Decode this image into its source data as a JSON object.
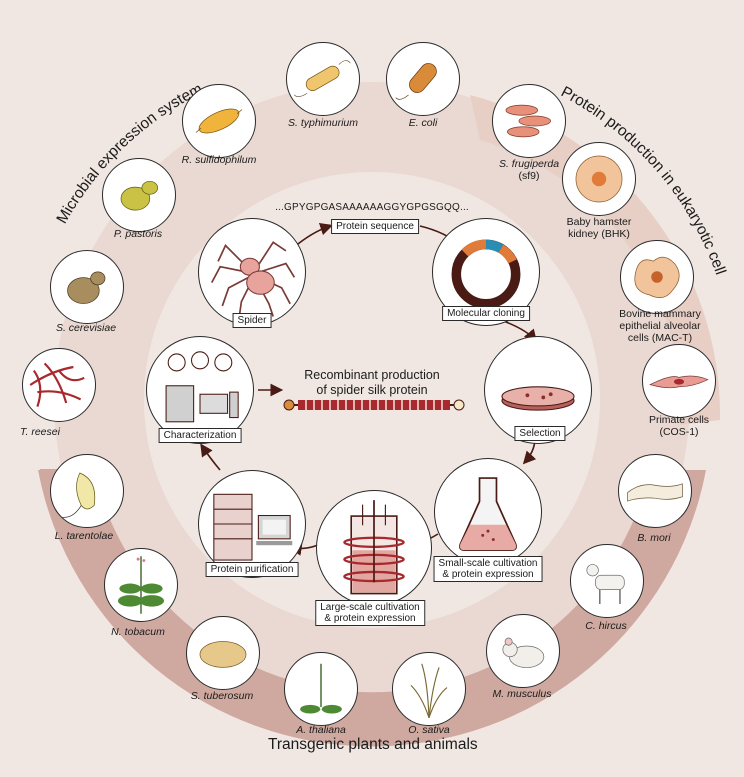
{
  "ring_titles": {
    "microbial": "Microbial expression system",
    "eukaryotic": "Protein production in eukaryotic cell",
    "transgenic": "Transgenic plants and animals"
  },
  "center": {
    "title_line1": "Recombinant production",
    "title_line2": "of spider silk protein"
  },
  "sequence": "...GPYGPGASAAAAAAGGYGPGSGQQ...",
  "process_labels": {
    "spider": "Spider",
    "protein_sequence": "Protein sequence",
    "molecular_cloning": "Molecular cloning",
    "selection": "Selection",
    "small_scale_line1": "Small-scale cultivation",
    "small_scale_line2": "& protein expression",
    "large_scale_line1": "Large-scale cultivation",
    "large_scale_line2": "& protein expression",
    "protein_purification": "Protein purification",
    "characterization": "Characterization"
  },
  "microbes": {
    "t_reesei": "T. reesei",
    "s_cerevisiae": "S. cerevisiae",
    "p_pastoris": "P. pastoris",
    "r_sulfidophilum": "R. sulfidophilum",
    "s_typhimurium": "S. typhimurium",
    "e_coli": "E. coli"
  },
  "eukaryotic_cells": {
    "sf9_line1": "S. frugiperda",
    "sf9_line2": "(sf9)",
    "bhk_line1": "Baby hamster",
    "bhk_line2": "kidney (BHK)",
    "mact_line1": "Bovine mammary",
    "mact_line2": "epithelial alveolar",
    "mact_line3": "cells (MAC-T)",
    "cos_line1": "Primate cells",
    "cos_line2": "(COS-1)"
  },
  "transgenic": {
    "l_tarentolae": "L. tarentolae",
    "n_tobacum": "N. tobacum",
    "s_tuberosum": "S. tuberosum",
    "a_thaliana": "A. thaliana",
    "o_sativa": "O. sativa",
    "m_musculus": "M. musculus",
    "c_hircus": "C. hircus",
    "b_mori": "B. mori"
  },
  "colors": {
    "background": "#f1e7e2",
    "ring_band": "#e4cec6",
    "transgenic_band": "#c7a59c",
    "accent_red": "#a7292e",
    "dark_brown": "#4a1a14"
  }
}
